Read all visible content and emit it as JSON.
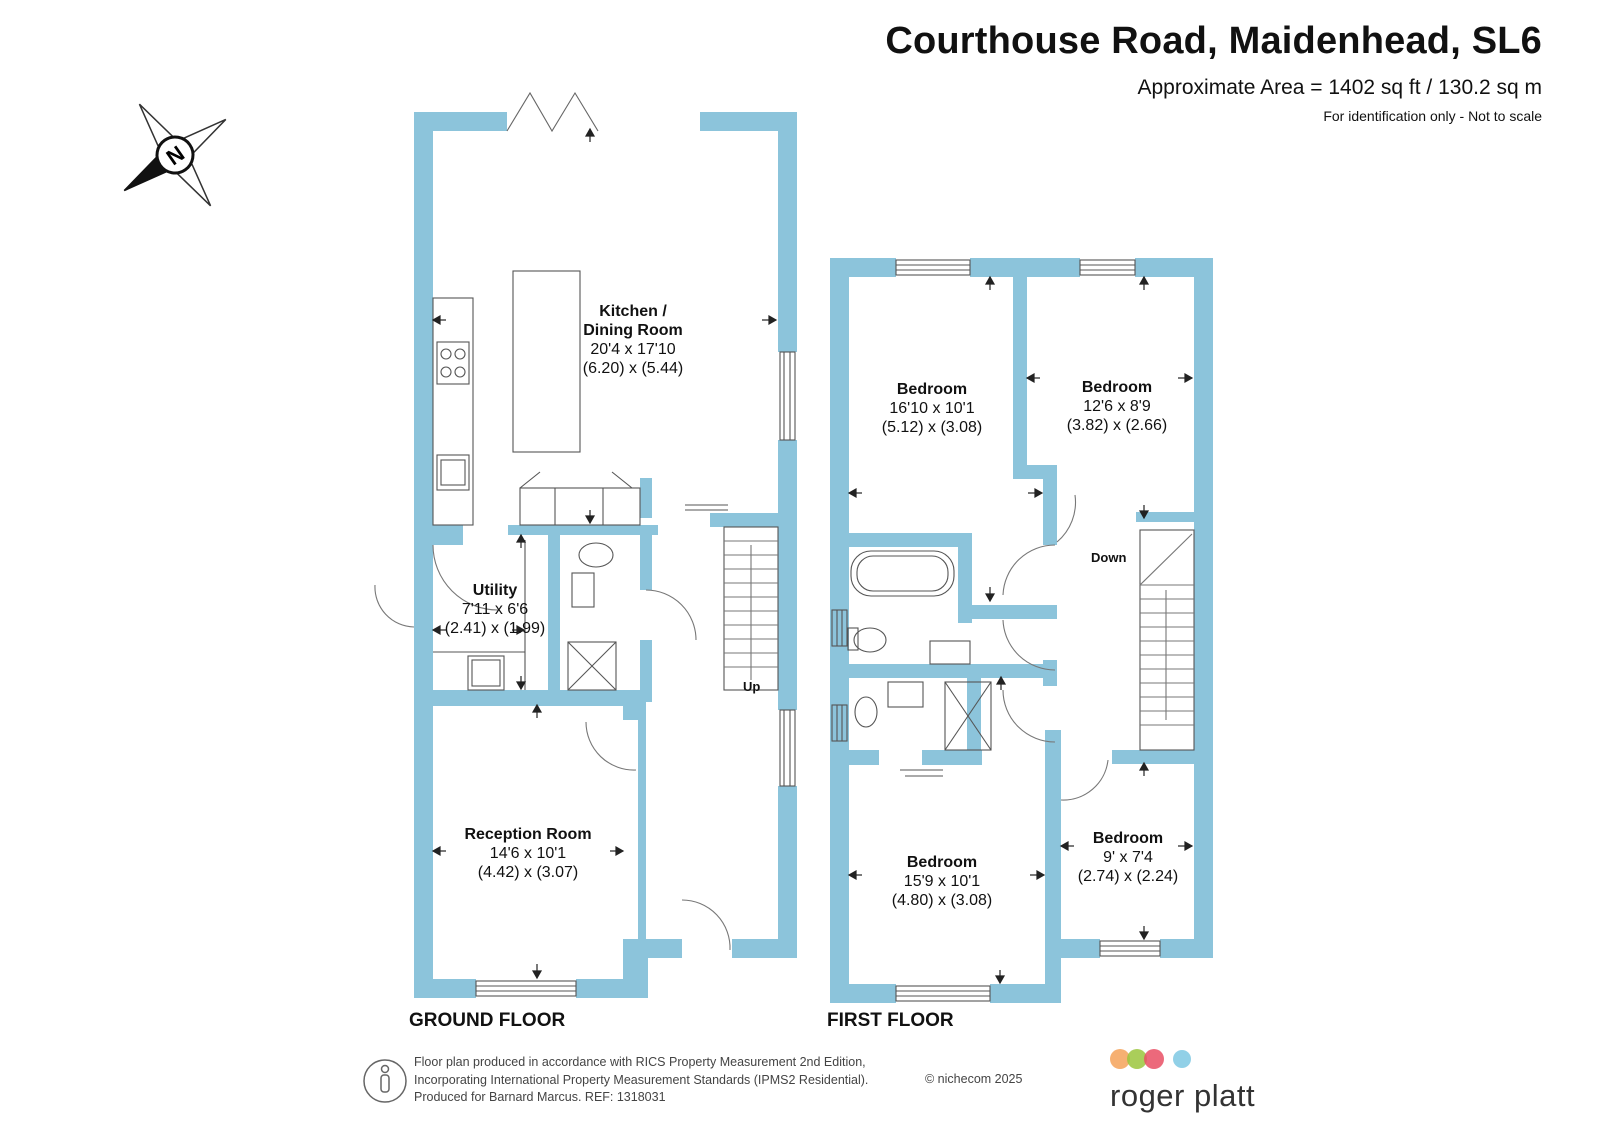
{
  "header": {
    "title": "Courthouse Road, Maidenhead, SL6",
    "area": "Approximate Area = 1402 sq ft / 130.2 sq m",
    "note": "For identification only - Not to scale"
  },
  "compass": {
    "label": "N"
  },
  "ground_floor": {
    "label": "GROUND FLOOR",
    "stairs_label": "Up",
    "rooms": [
      {
        "name": "Kitchen / Dining Room",
        "name_line1": "Kitchen /",
        "name_line2": "Dining Room",
        "imperial": "20'4 x 17'10",
        "metric": "(6.20) x (5.44)"
      },
      {
        "name": "Utility",
        "imperial": "7'11 x 6'6",
        "metric": "(2.41) x (1.99)"
      },
      {
        "name": "Reception Room",
        "imperial": "14'6 x 10'1",
        "metric": "(4.42) x (3.07)"
      }
    ]
  },
  "first_floor": {
    "label": "FIRST FLOOR",
    "stairs_label": "Down",
    "rooms": [
      {
        "name": "Bedroom",
        "imperial": "16'10 x 10'1",
        "metric": "(5.12) x (3.08)"
      },
      {
        "name": "Bedroom",
        "imperial": "12'6 x 8'9",
        "metric": "(3.82) x (2.66)"
      },
      {
        "name": "Bedroom",
        "imperial": "15'9 x 10'1",
        "metric": "(4.80) x (3.08)"
      },
      {
        "name": "Bedroom",
        "imperial": "9' x 7'4",
        "metric": "(2.74) x (2.24)"
      }
    ]
  },
  "footer": {
    "line1": "Floor plan produced in accordance with RICS Property Measurement 2nd Edition,",
    "line2": "Incorporating International Property Measurement Standards (IPMS2 Residential).",
    "line3": "Produced for Barnard Marcus.   REF:  1318031",
    "copyright": "© nichecom 2025"
  },
  "branding": {
    "name": "roger platt",
    "dot_colors": [
      "#f4a259",
      "#9bc53d",
      "#e94f64",
      "#7ec8e3"
    ]
  },
  "colors": {
    "wall": "#8cc4db",
    "line": "#555555"
  }
}
